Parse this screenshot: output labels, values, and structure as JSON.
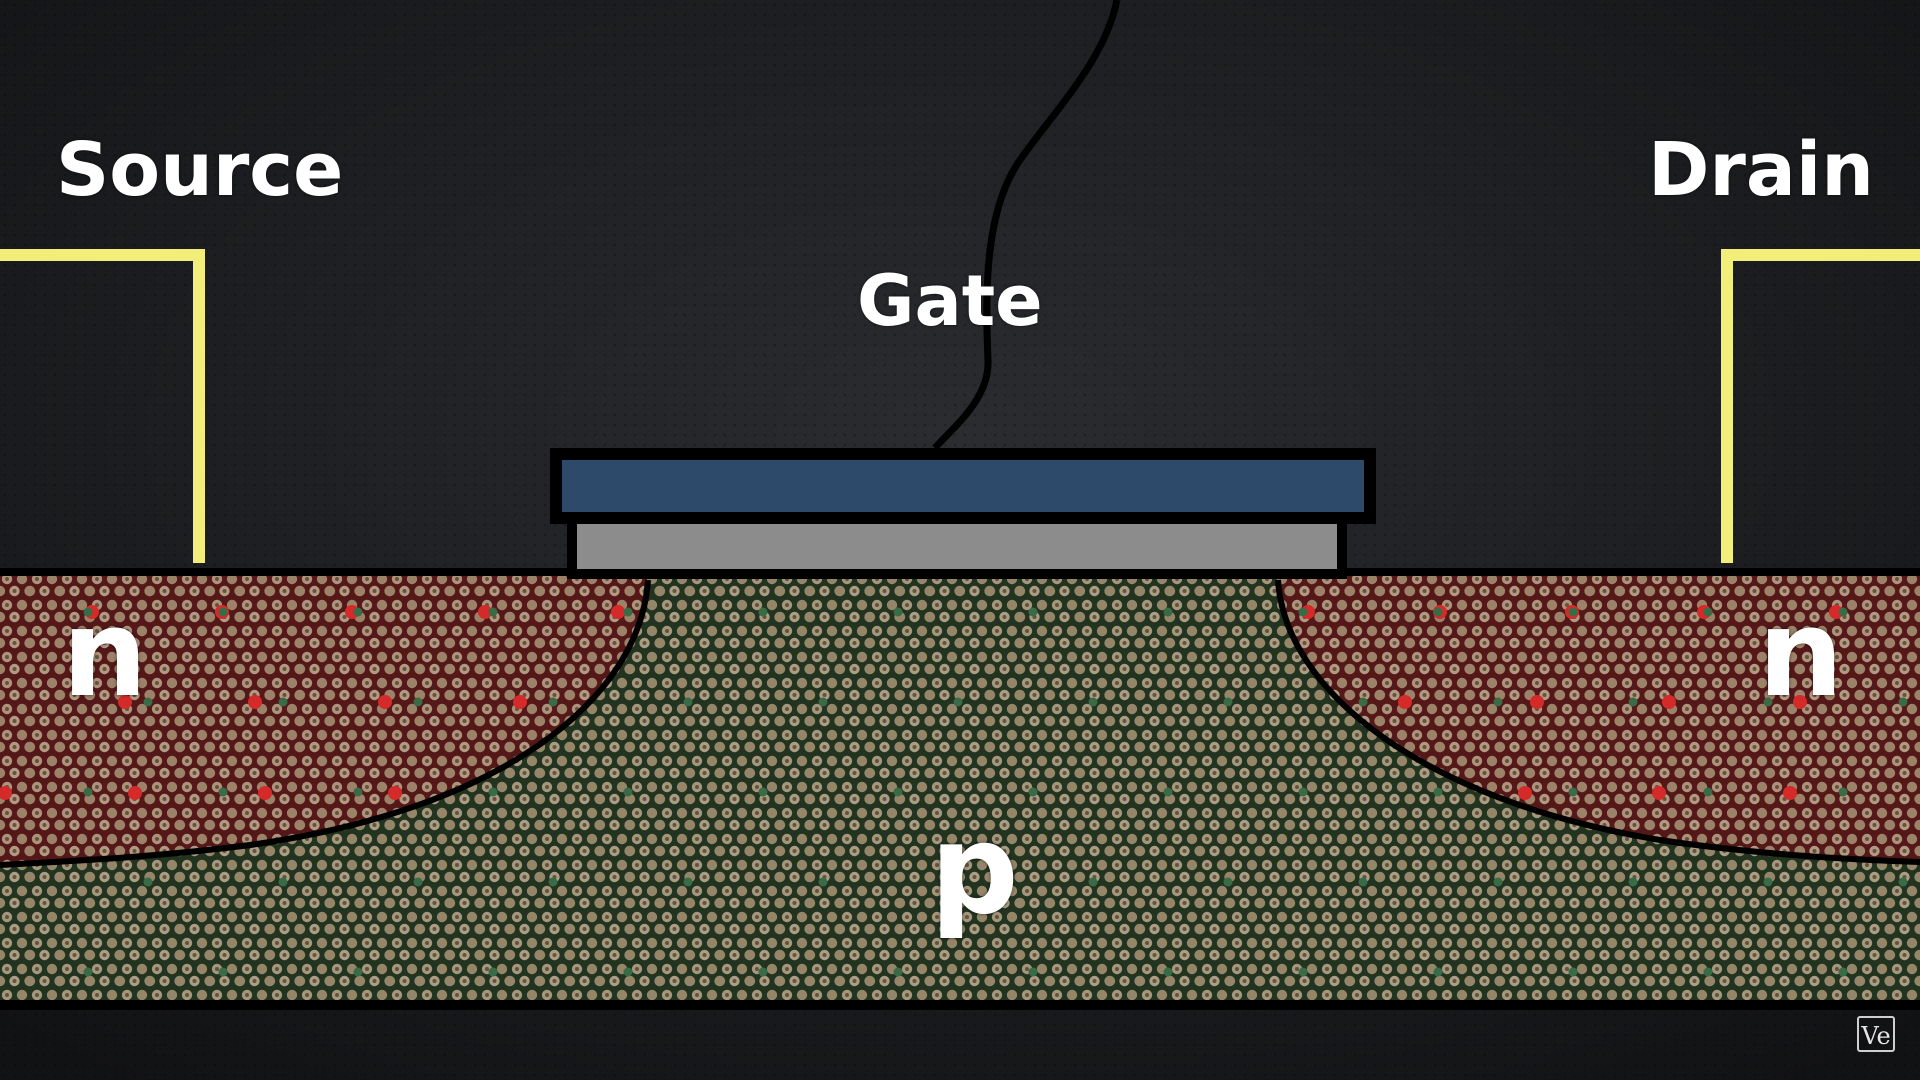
{
  "labels": {
    "source": "Source",
    "drain": "Drain",
    "gate": "Gate",
    "n_left": "n",
    "n_right": "n",
    "p": "p"
  },
  "watermark": "Ve",
  "colors": {
    "background": "#1a1c1f",
    "contact_wire": "#f3ee7a",
    "gate_metal": "#2d4a6b",
    "gate_oxide": "#8c8c8c",
    "substrate_atoms": "#b9a58a",
    "n_region_tint": "#5a1518",
    "p_region_tint": "#1c3a1f",
    "donor_electron": "#d42a2a",
    "acceptor_hole": "#3a6b47",
    "outline": "#000000"
  }
}
